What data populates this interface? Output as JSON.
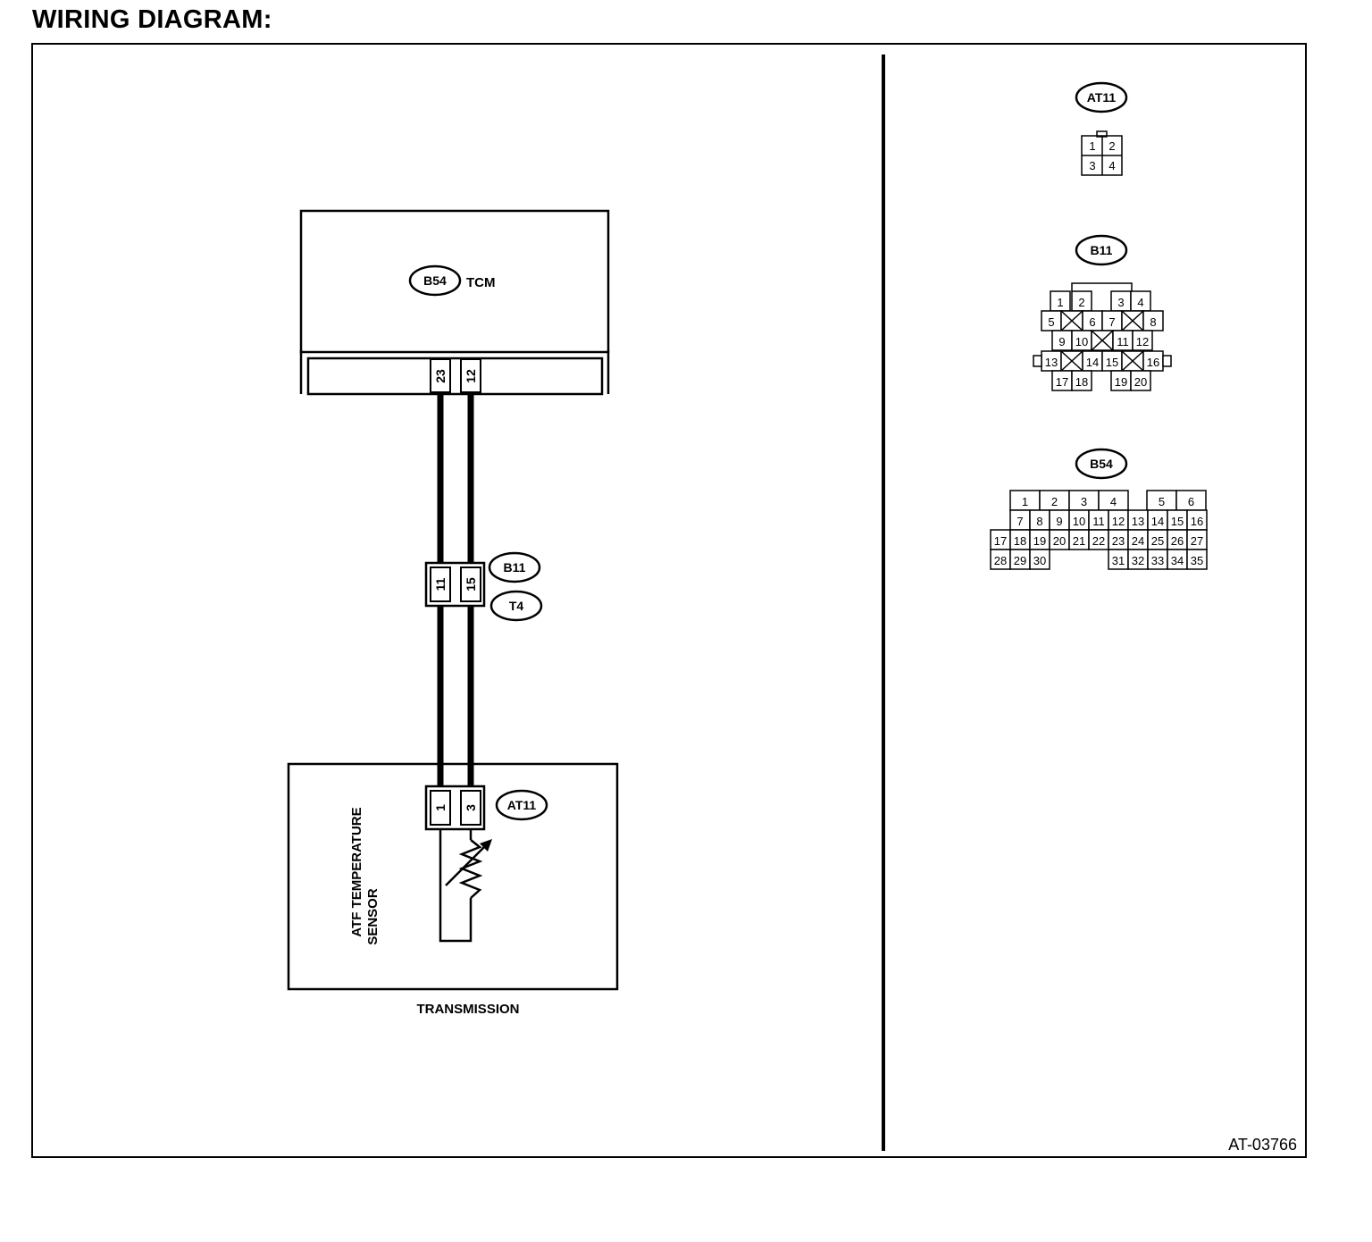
{
  "heading": "WIRING DIAGRAM:",
  "figure_id": "AT-03766",
  "tcm": {
    "connector": "B54",
    "name": "TCM",
    "pins": [
      "23",
      "12"
    ]
  },
  "joint": {
    "connector_upper": "B11",
    "connector_lower": "T4",
    "pins": [
      "11",
      "15"
    ]
  },
  "sensor": {
    "connector": "AT11",
    "pins": [
      "1",
      "3"
    ],
    "label_lines": [
      "ATF TEMPERATURE",
      "SENSOR"
    ],
    "housing": "TRANSMISSION"
  },
  "connector_views": {
    "at11": {
      "label": "AT11",
      "rows": [
        [
          "1",
          "2"
        ],
        [
          "3",
          "4"
        ]
      ]
    },
    "b11": {
      "label": "B11",
      "rows": [
        [
          "1",
          "2",
          "3",
          "4"
        ],
        [
          "5",
          "6",
          "7",
          "8"
        ],
        [
          "9",
          "10",
          "11",
          "12"
        ],
        [
          "13",
          "14",
          "15",
          "16"
        ],
        [
          "17",
          "18",
          "19",
          "20"
        ]
      ]
    },
    "b54": {
      "label": "B54",
      "rows": [
        [
          "1",
          "2",
          "3",
          "4",
          "5",
          "6"
        ],
        [
          "7",
          "8",
          "9",
          "10",
          "11",
          "12",
          "13",
          "14",
          "15",
          "16"
        ],
        [
          "17",
          "18",
          "19",
          "20",
          "21",
          "22",
          "23",
          "24",
          "25",
          "26",
          "27"
        ],
        [
          "28",
          "29",
          "30",
          "31",
          "32",
          "33",
          "34",
          "35"
        ]
      ]
    }
  }
}
